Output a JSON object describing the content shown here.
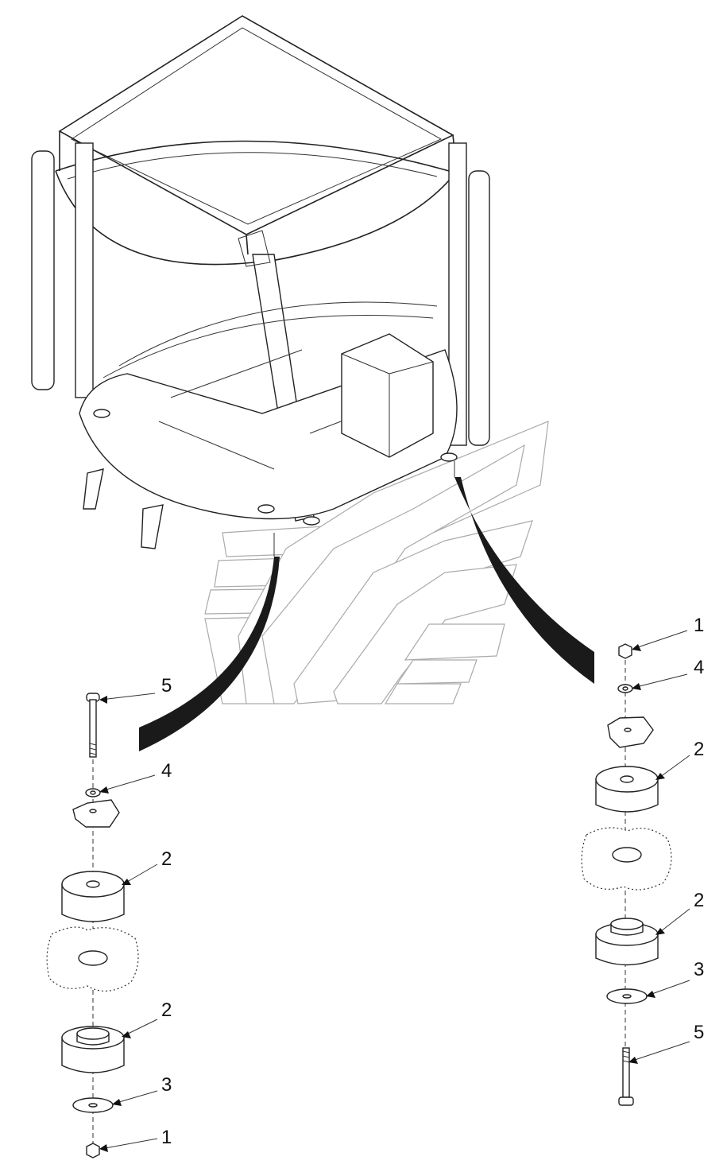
{
  "callouts_left": [
    {
      "id": "left-bolt",
      "label": "5"
    },
    {
      "id": "left-washer-small",
      "label": "4"
    },
    {
      "id": "left-isolator-upper",
      "label": "2"
    },
    {
      "id": "left-isolator-lower",
      "label": "2"
    },
    {
      "id": "left-washer-large",
      "label": "3"
    },
    {
      "id": "left-nut",
      "label": "1"
    }
  ],
  "callouts_right": [
    {
      "id": "right-nut",
      "label": "1"
    },
    {
      "id": "right-washer-small",
      "label": "4"
    },
    {
      "id": "right-isolator-upper",
      "label": "2"
    },
    {
      "id": "right-isolator-lower",
      "label": "2"
    },
    {
      "id": "right-washer-large",
      "label": "3"
    },
    {
      "id": "right-bolt",
      "label": "5"
    }
  ],
  "colors": {
    "line": "#222222",
    "watermark_outline": "#aaaaaa",
    "leader_fill": "#1a1a1a"
  }
}
